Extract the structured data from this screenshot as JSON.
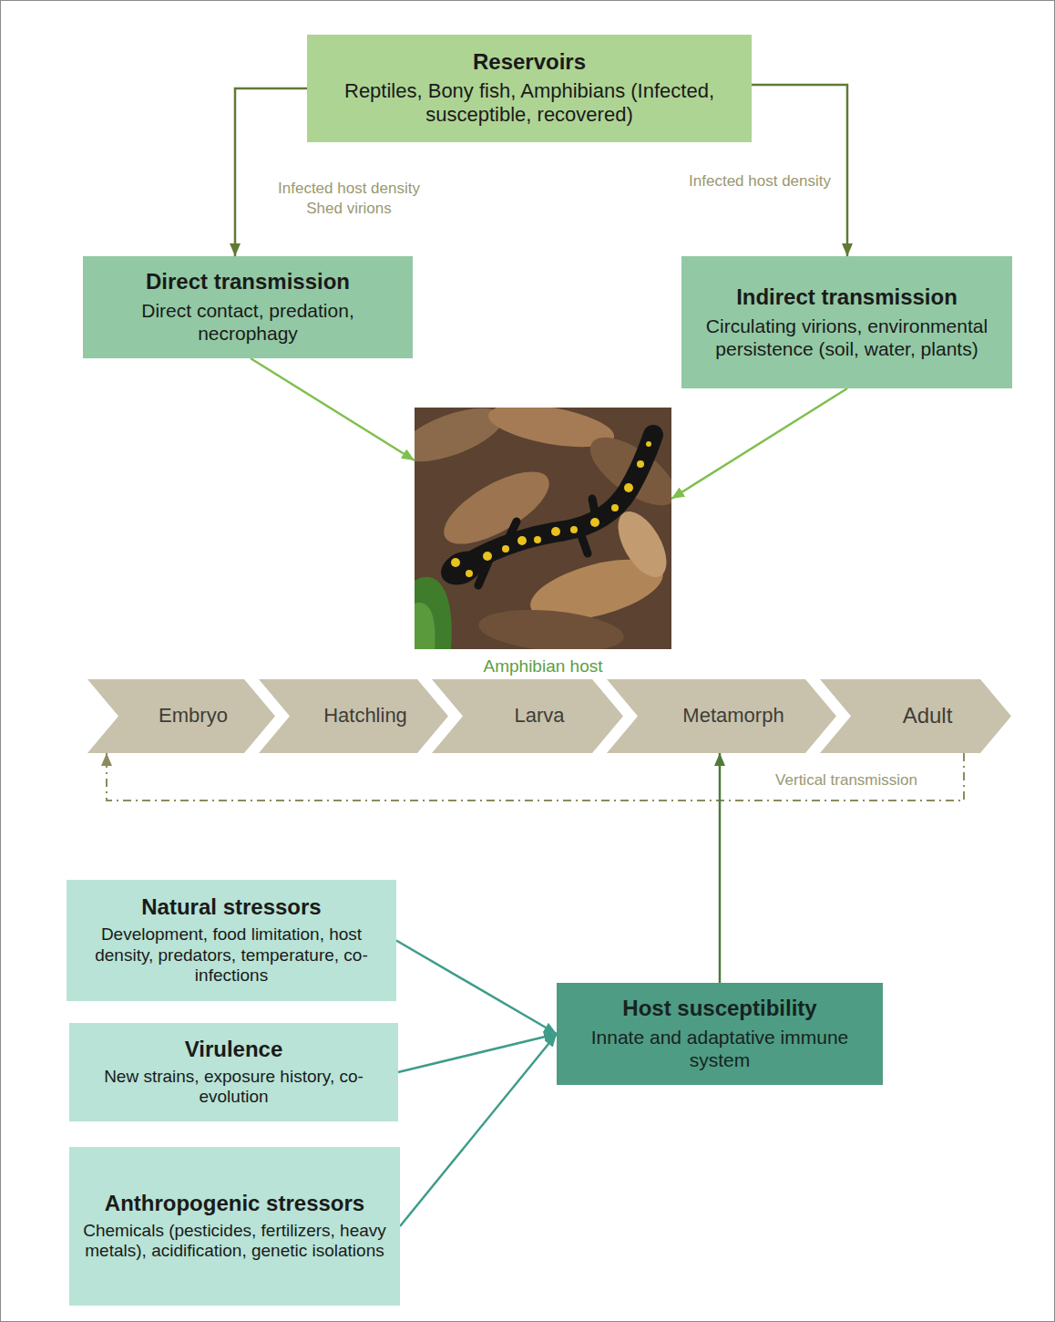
{
  "diagram": {
    "nodes": [
      {
        "text": [
          "Reservoirs",
          "Reptiles, Bony fish, Amphibians (Infected, susceptible, recovered)"
        ]
      },
      {
        "text": [
          "Direct transmission",
          "Direct contact, predation, necrophagy"
        ]
      },
      {
        "text": [
          "Indirect transmission",
          "Circulating virions, environmental persistence (soil, water, plants)"
        ]
      },
      {
        "text": [
          "Amphibian host"
        ]
      },
      {
        "text": [
          "Embryo"
        ]
      },
      {
        "text": [
          "Hatchling"
        ]
      },
      {
        "text": [
          "Larva"
        ]
      },
      {
        "text": [
          "Metamorph"
        ]
      },
      {
        "text": [
          "Adult"
        ]
      },
      {
        "text": [
          "Natural stressors",
          "Development, food limitation, host density, predators, temperature, co-infections"
        ]
      },
      {
        "text": [
          "Virulence",
          "New strains, exposure history, co-evolution"
        ]
      },
      {
        "text": [
          "Anthropogenic stressors",
          "Chemicals (pesticides, fertilizers, heavy metals), acidification, genetic isolations"
        ]
      },
      {
        "text": [
          "Host susceptibility",
          "Innate and adaptative immune system"
        ]
      }
    ],
    "edges": [
      {
        "from": 0,
        "to": 1,
        "label": "Infected host density Shed virions",
        "arrow": "to"
      },
      {
        "from": 0,
        "to": 2,
        "label": "Infected host density",
        "arrow": "to"
      },
      {
        "from": 1,
        "to": 3,
        "arrow": "to"
      },
      {
        "from": 2,
        "to": 3,
        "arrow": "to"
      },
      {
        "from": 8,
        "to": 4,
        "label": "Vertical transmission",
        "arrow": "to"
      },
      {
        "from": 9,
        "to": 12,
        "arrow": "to"
      },
      {
        "from": 10,
        "to": 12,
        "arrow": "to"
      },
      {
        "from": 11,
        "to": 12,
        "arrow": "to"
      },
      {
        "from": 12,
        "to": 7,
        "arrow": "to"
      }
    ]
  }
}
